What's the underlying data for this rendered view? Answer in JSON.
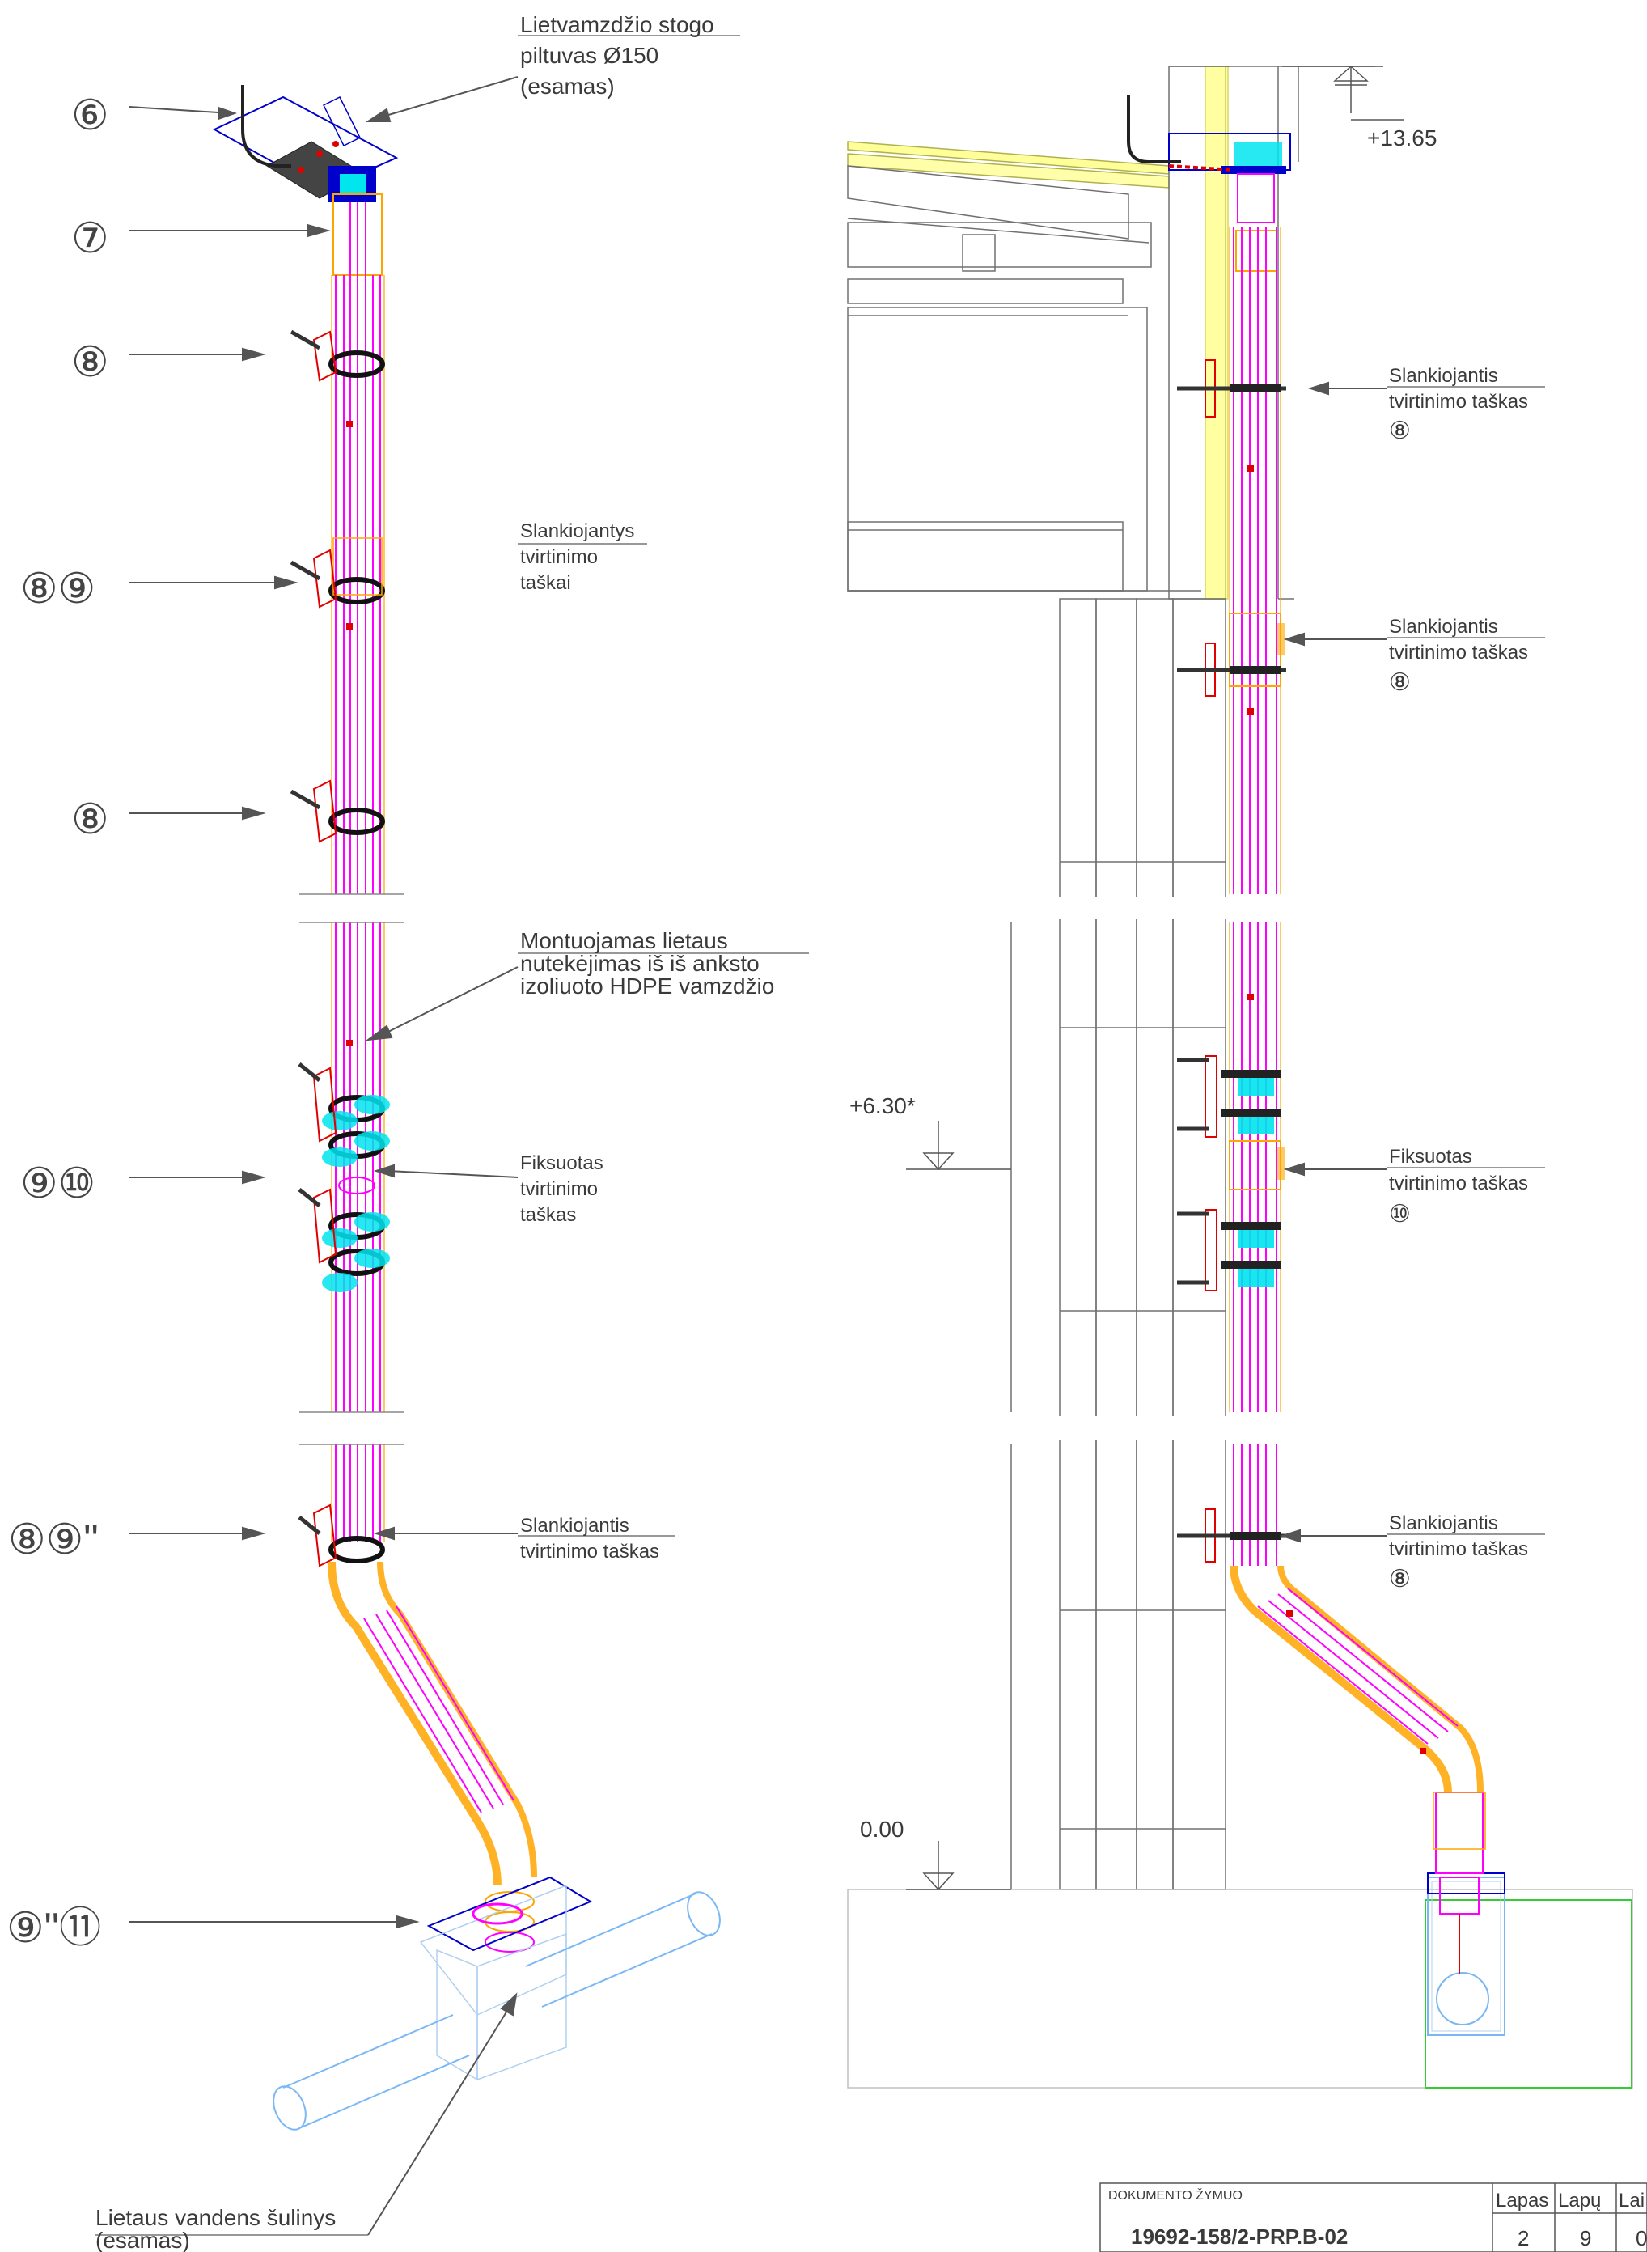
{
  "callouts_left": {
    "marker_6": "⑥",
    "marker_7": "⑦",
    "marker_8_top": "⑧",
    "marker_8_9": "⑧⑨",
    "marker_8_mid": "⑧",
    "marker_9_10": "⑨⑩",
    "marker_8_9pp": "⑧⑨\"",
    "marker_9pp_11": "⑨\"⑪"
  },
  "annotations_left": {
    "roof_funnel": [
      "Lietvamzdžio stogo",
      "piltuvas Ø150",
      "(esamas)"
    ],
    "sliding_points": [
      "Slankiojantys",
      "tvirtinimo",
      "taškai"
    ],
    "mounted_drain": [
      "Montuojamas lietaus",
      "nutekėjimas iš iš anksto",
      "izoliuoto HDPE vamzdžio"
    ],
    "fixed_point": [
      "Fiksuotas",
      "tvirtinimo",
      "taškas"
    ],
    "sliding_point_bottom": [
      "Slankiojantis",
      "tvirtinimo taškas"
    ],
    "rain_well": [
      "Lietaus vandens šulinys",
      "(esamas)"
    ]
  },
  "annotations_right": {
    "sliding_1": [
      "Slankiojantis",
      "tvirtinimo taškas",
      "⑧"
    ],
    "sliding_2": [
      "Slankiojantis",
      "tvirtinimo taškas",
      "⑧"
    ],
    "fixed": [
      "Fiksuotas",
      "tvirtinimo taškas",
      "⑩"
    ],
    "sliding_3": [
      "Slankiojantis",
      "tvirtinimo taškas",
      "⑧"
    ]
  },
  "levels": {
    "top": "+13.65",
    "mid": "+6.30*",
    "ground": "0.00"
  },
  "title_block": {
    "doc_label": "DOKUMENTO ŽYMUO",
    "doc_code": "19692-158/2-PRP.B-02",
    "col_sheet": "Lapas",
    "col_sheets": "Lapų",
    "col_edition": "Lai",
    "sheet": "2",
    "sheets": "9",
    "edition": "0"
  },
  "colors": {
    "pipe": "#ff00ff",
    "insulation": "#ffa500",
    "bracket": "#e00000",
    "sleeve": "#00e5ee",
    "existing_pipe": "#7ab8f5",
    "funnel": "#0000cc",
    "wall": "#707070",
    "wall_insulation": "#ffff66",
    "ground_box": "#33cc33",
    "arrow": "#555555"
  }
}
